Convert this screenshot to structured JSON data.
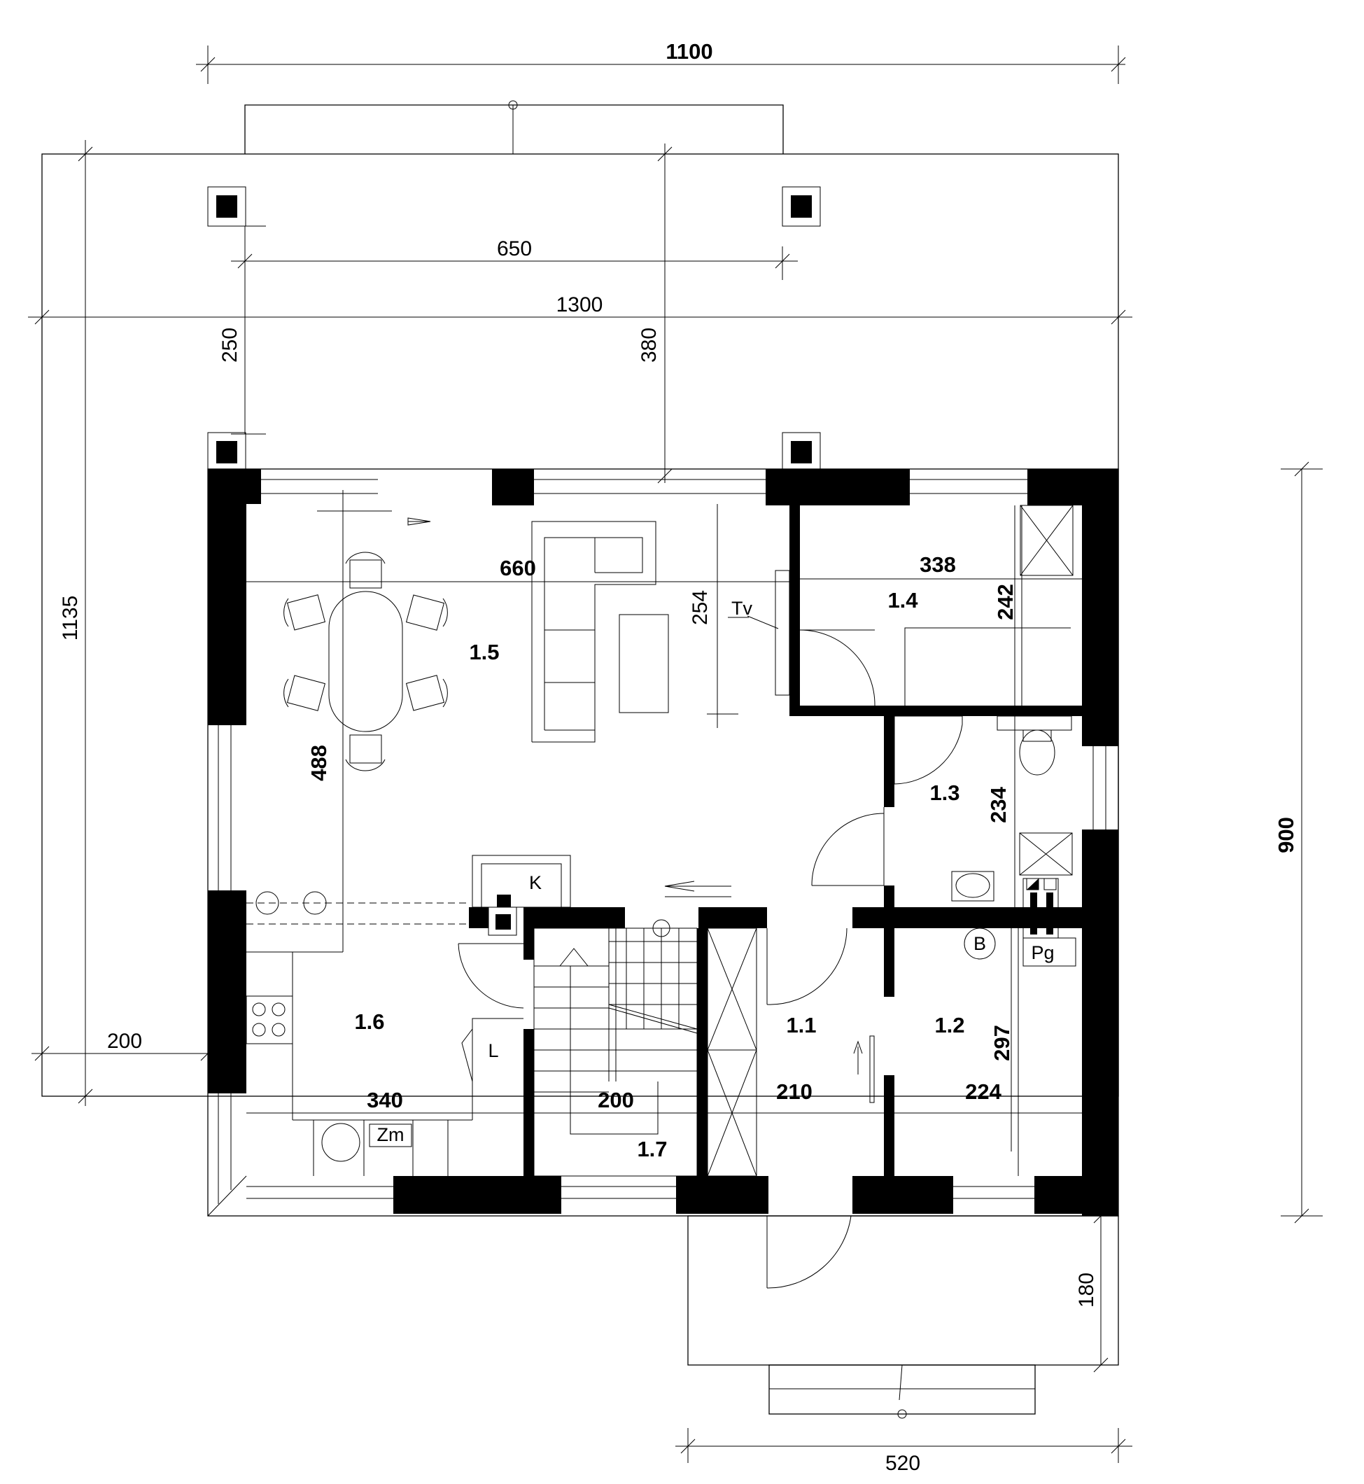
{
  "rooms": {
    "r11": "1.1",
    "r12": "1.2",
    "r13": "1.3",
    "r14": "1.4",
    "r15": "1.5",
    "r16": "1.6",
    "r17": "1.7"
  },
  "dimensions": {
    "overall_width": "1100",
    "roof_width": "1300",
    "pillar_span": "650",
    "terrace_depth_250": "250",
    "terrace_depth_380": "380",
    "overall_depth": "1135",
    "house_depth": "900",
    "left_overhang": "200",
    "entrance_depth": "180",
    "entrance_width": "520",
    "living_width": "660",
    "living_depth": "488",
    "tv_depth": "254",
    "room14_width": "338",
    "room14_depth": "242",
    "bath_depth": "234",
    "kitchen_width": "340",
    "stair_width": "200",
    "hall_width": "210",
    "room12_width": "224",
    "room12_depth": "297"
  },
  "fixtures": {
    "tv": "Tv",
    "fireplace": "K",
    "boiler": "B",
    "heater": "Pg",
    "fridge": "L",
    "washer": "Zm"
  },
  "colors": {
    "ink": "#000000",
    "paper": "#ffffff"
  }
}
